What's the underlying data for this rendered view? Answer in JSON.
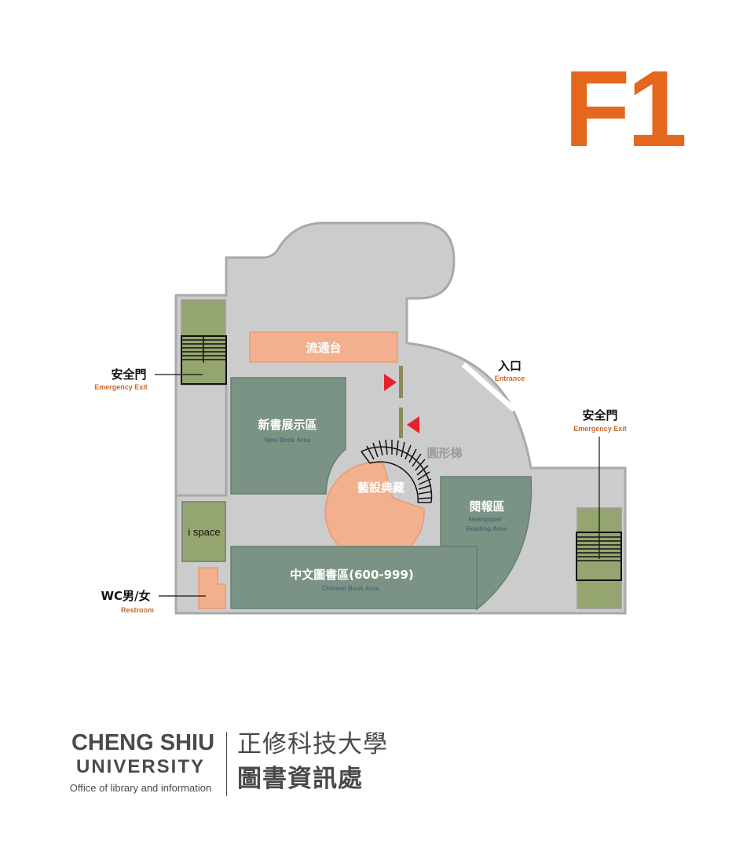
{
  "floor": {
    "label": "F1"
  },
  "colors": {
    "accent_orange": "#e5671e",
    "floor_gray": "#cccccc",
    "wall_gray": "#a9a9a9",
    "stair_green": "#94a56f",
    "area_teal": "#7b9384",
    "salmon": "#f3b08e",
    "arrow_red": "#e8212b"
  },
  "areas": {
    "circulation_desk": "流通台",
    "new_books": {
      "zh": "新書展示區",
      "en": "New Book Area"
    },
    "art_collection": "藝設典藏",
    "spiral_stairs": "圓形梯",
    "newspaper": {
      "zh": "閱報區",
      "en1": "Newspaper",
      "en2": "Reading Area"
    },
    "chinese_books": {
      "zh": "中文圖書區(600-999)",
      "en": "Chinese Book Area"
    },
    "ispace": "i space"
  },
  "callouts": {
    "exit_left": {
      "zh": "安全門",
      "en": "Emergency Exit"
    },
    "entrance": {
      "zh": "入口",
      "en": "Entrance"
    },
    "exit_right": {
      "zh": "安全門",
      "en": "Emergency Exit"
    },
    "restroom": {
      "zh": "WC男/女",
      "en": "Restroom"
    }
  },
  "logo": {
    "en_line1": "CHENG SHIU",
    "en_line2": "UNIVERSITY",
    "en_line3": "Office of library and information",
    "zh_line1": "正修科技大學",
    "zh_line2": "圖書資訊處"
  }
}
